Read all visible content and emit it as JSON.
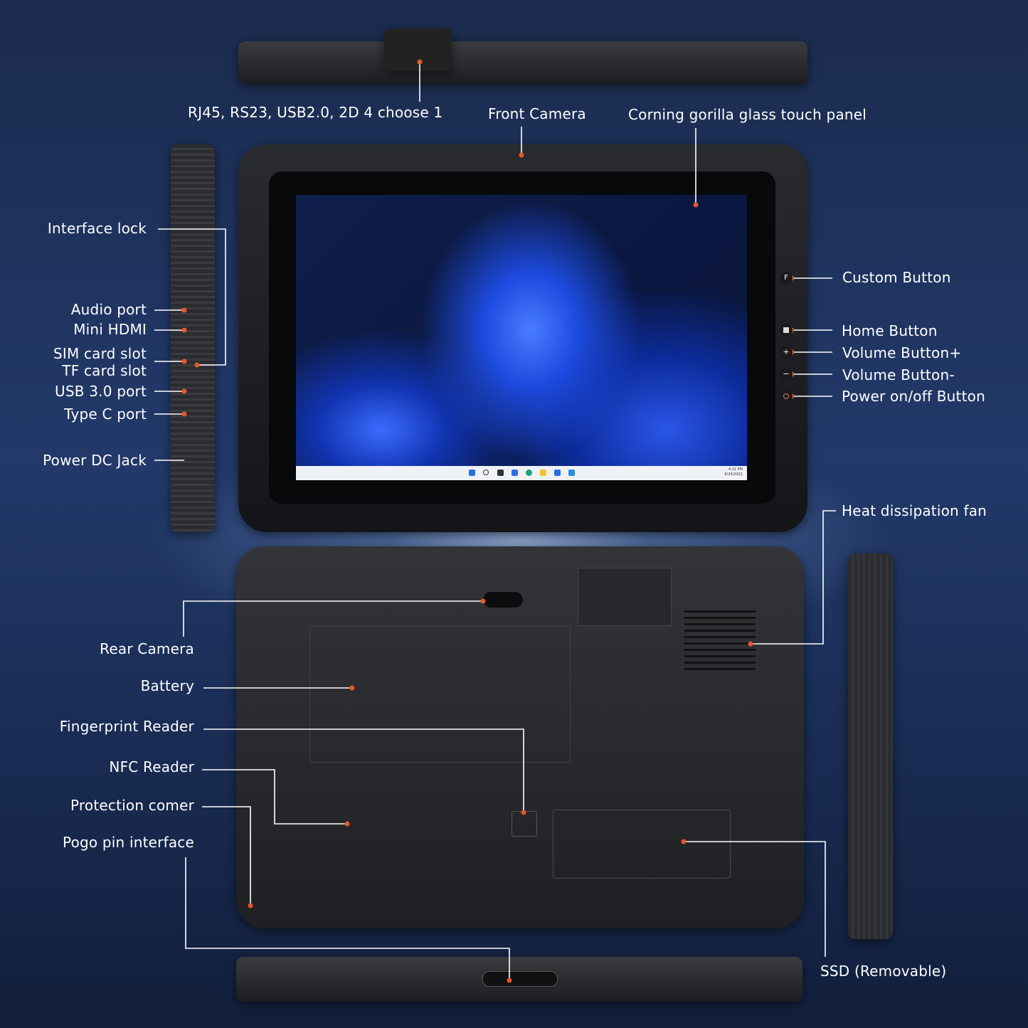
{
  "colors": {
    "background": "#1b2b4d",
    "accent_dot": "#e8572a",
    "line": "#ffffff"
  },
  "labels": {
    "top_ports": "RJ45, RS23, USB2.0, 2D 4 choose 1",
    "front_camera": "Front Camera",
    "glass_panel": "Corning gorilla glass touch panel",
    "interface_lock": "Interface lock",
    "audio_port": "Audio port",
    "mini_hdmi": "Mini HDMI",
    "sim_slot": "SIM card slot",
    "tf_slot": "TF card slot",
    "usb3": "USB 3.0 port",
    "type_c": "Type C port",
    "power_dc": "Power DC Jack",
    "custom_button": "Custom Button",
    "home_button": "Home Button",
    "volume_up": "Volume Button+",
    "volume_down": "Volume Button-",
    "power_button": "Power on/off Button",
    "heat_fan": "Heat dissipation fan",
    "rear_camera": "Rear Camera",
    "battery": "Battery",
    "fingerprint": "Fingerprint Reader",
    "nfc": "NFC Reader",
    "protection_corner": "Protection comer",
    "pogo_pin": "Pogo pin interface",
    "ssd": "SSD (Removable)"
  },
  "side_buttons": {
    "custom": "F",
    "home": "windows-icon",
    "vol_up": "+",
    "vol_down": "−",
    "power": "power-icon"
  },
  "taskbar": {
    "time": "4:21 PM",
    "date": "6/24/2021"
  }
}
